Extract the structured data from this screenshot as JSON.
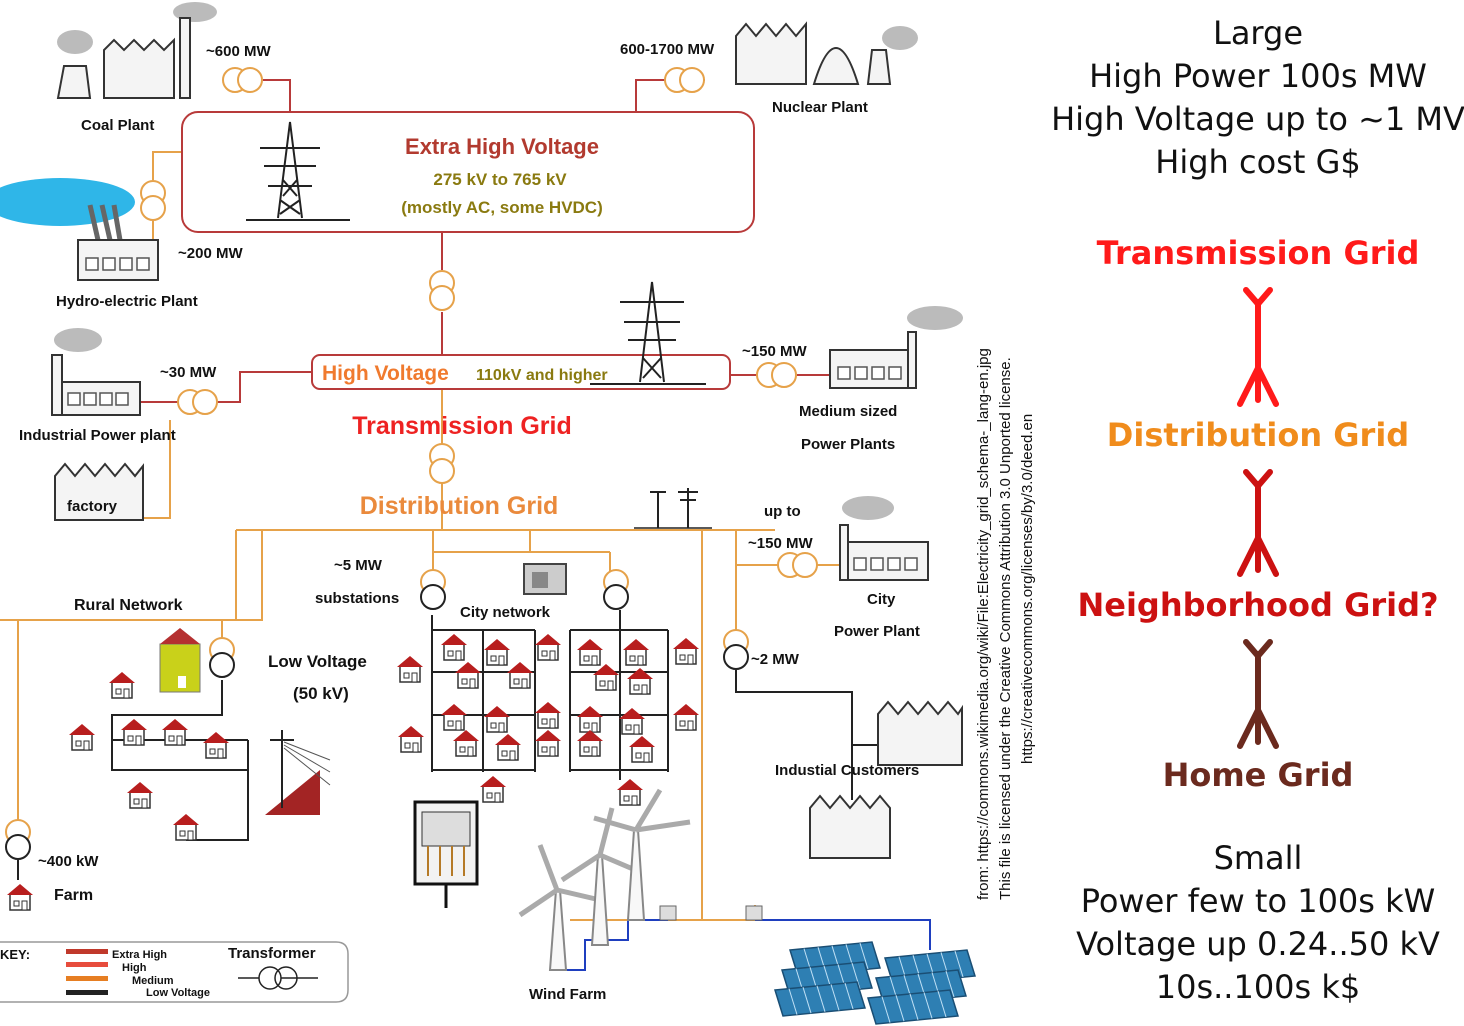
{
  "diagram": {
    "ehv": {
      "title": "Extra High Voltage",
      "range": "275 kV to 765 kV",
      "note": "(mostly AC, some HVDC)"
    },
    "hv": {
      "title": "High Voltage",
      "range": "110kV and higher"
    },
    "transmission_label": "Transmission Grid",
    "distribution_label": "Distribution Grid",
    "coal": {
      "name": "Coal Plant",
      "power": "~600 MW"
    },
    "nuclear": {
      "name": "Nuclear Plant",
      "power": "600-1700 MW"
    },
    "hydro": {
      "name": "Hydro-electric Plant",
      "power": "~200 MW"
    },
    "industrial_plant": {
      "name": "Industrial Power plant",
      "power": "~30 MW"
    },
    "factory": "factory",
    "medium_plants": {
      "line1": "Medium sized",
      "line2": "Power Plants",
      "power": "~150 MW"
    },
    "rural": "Rural Network",
    "substations": {
      "power": "~5 MW",
      "name": "substations"
    },
    "city_network": "City network",
    "city_plant": {
      "upto": "up to",
      "power": "~150 MW",
      "line1": "City",
      "line2": "Power Plant"
    },
    "two_mw": "~2 MW",
    "low_voltage": {
      "line1": "Low Voltage",
      "line2": "(50 kV)"
    },
    "industrial_customers": "Industial Customers",
    "farm": {
      "power": "~400 kW",
      "name": "Farm"
    },
    "wind_farm": "Wind Farm",
    "key": {
      "title": "KEY:",
      "items": [
        "Extra High",
        "High",
        "Medium",
        "Low Voltage"
      ],
      "transformer": "Transformer",
      "colors": [
        "#c0392b",
        "#e74c3c",
        "#e67e22",
        "#222222"
      ]
    },
    "attribution": [
      "from: https://commons.wikimedia.org/wiki/File:Electricity_grid_schema-_lang-en.jpg",
      "This file is licensed under the Creative Commons Attribution 3.0 Unported license.",
      "https://creativecommons.org/licenses/by/3.0/deed.en"
    ]
  },
  "side": {
    "large": [
      "Large",
      "High Power 100s MW",
      "High Voltage up to ~1 MV",
      "High cost G$"
    ],
    "levels": [
      {
        "label": "Transmission Grid",
        "color": "#ff1a1a"
      },
      {
        "label": "Distribution Grid",
        "color": "#f08c1c"
      },
      {
        "label": "Neighborhood Grid?",
        "color": "#cc1111"
      },
      {
        "label": "Home Grid",
        "color": "#6b2a1e"
      }
    ],
    "arrow_colors": [
      "#ff1a1a",
      "#cc1111",
      "#6b2a1e"
    ],
    "small": [
      "Small",
      "Power few to 100s kW",
      "Voltage up 0.24..50 kV",
      "10s..100s k$"
    ]
  }
}
